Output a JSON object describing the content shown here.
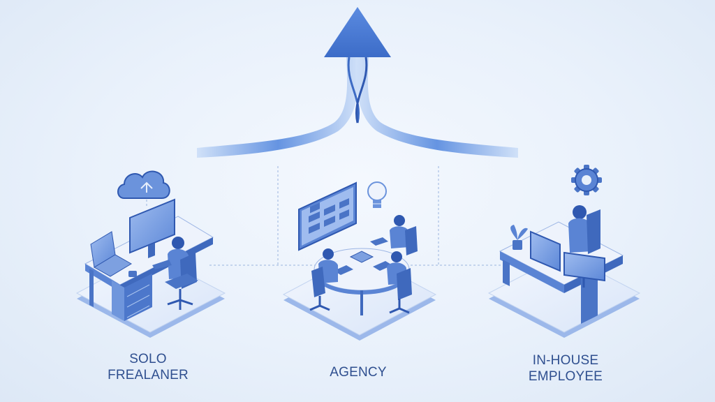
{
  "labels": {
    "solo": {
      "line1": "SOLO",
      "line2": "FREALANER"
    },
    "agency": {
      "line1": "AGENCY"
    },
    "inhouse": {
      "line1": "IN-HOUSE",
      "line2": "EMPLOYEE"
    }
  },
  "colors": {
    "primary": "#4a78d0",
    "dark": "#2f58b0",
    "light": "#a9c3ee",
    "platform": "#dbe6f8",
    "text": "#2f4f8f"
  },
  "icons": [
    "arrow-up-icon",
    "cloud-icon",
    "lightbulb-icon",
    "gear-icon",
    "plant-icon"
  ]
}
